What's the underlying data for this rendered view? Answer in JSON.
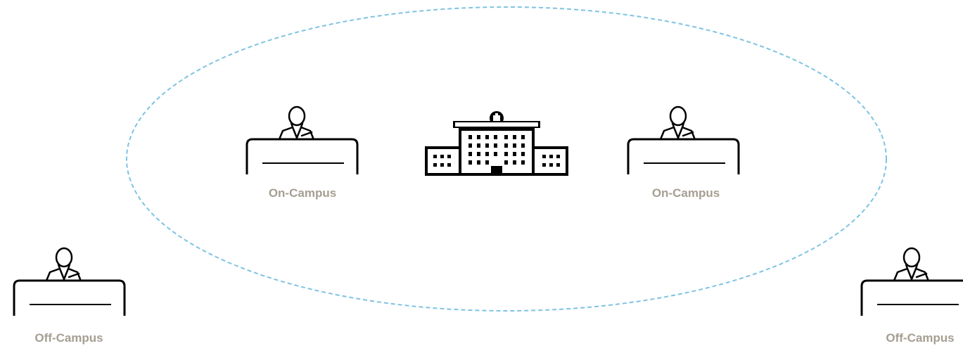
{
  "colors": {
    "boundary": "#7EC4E2",
    "label": "#A59E91",
    "icon": "#000000"
  },
  "icons": {
    "desk": "person-at-desk-icon",
    "hospital": "hospital-icon"
  },
  "zones": {
    "on_campus": {
      "label_left": "On-Campus",
      "label_right": "On-Campus"
    },
    "off_campus": {
      "label_left": "Off-Campus",
      "label_right": "Off-Campus"
    }
  }
}
